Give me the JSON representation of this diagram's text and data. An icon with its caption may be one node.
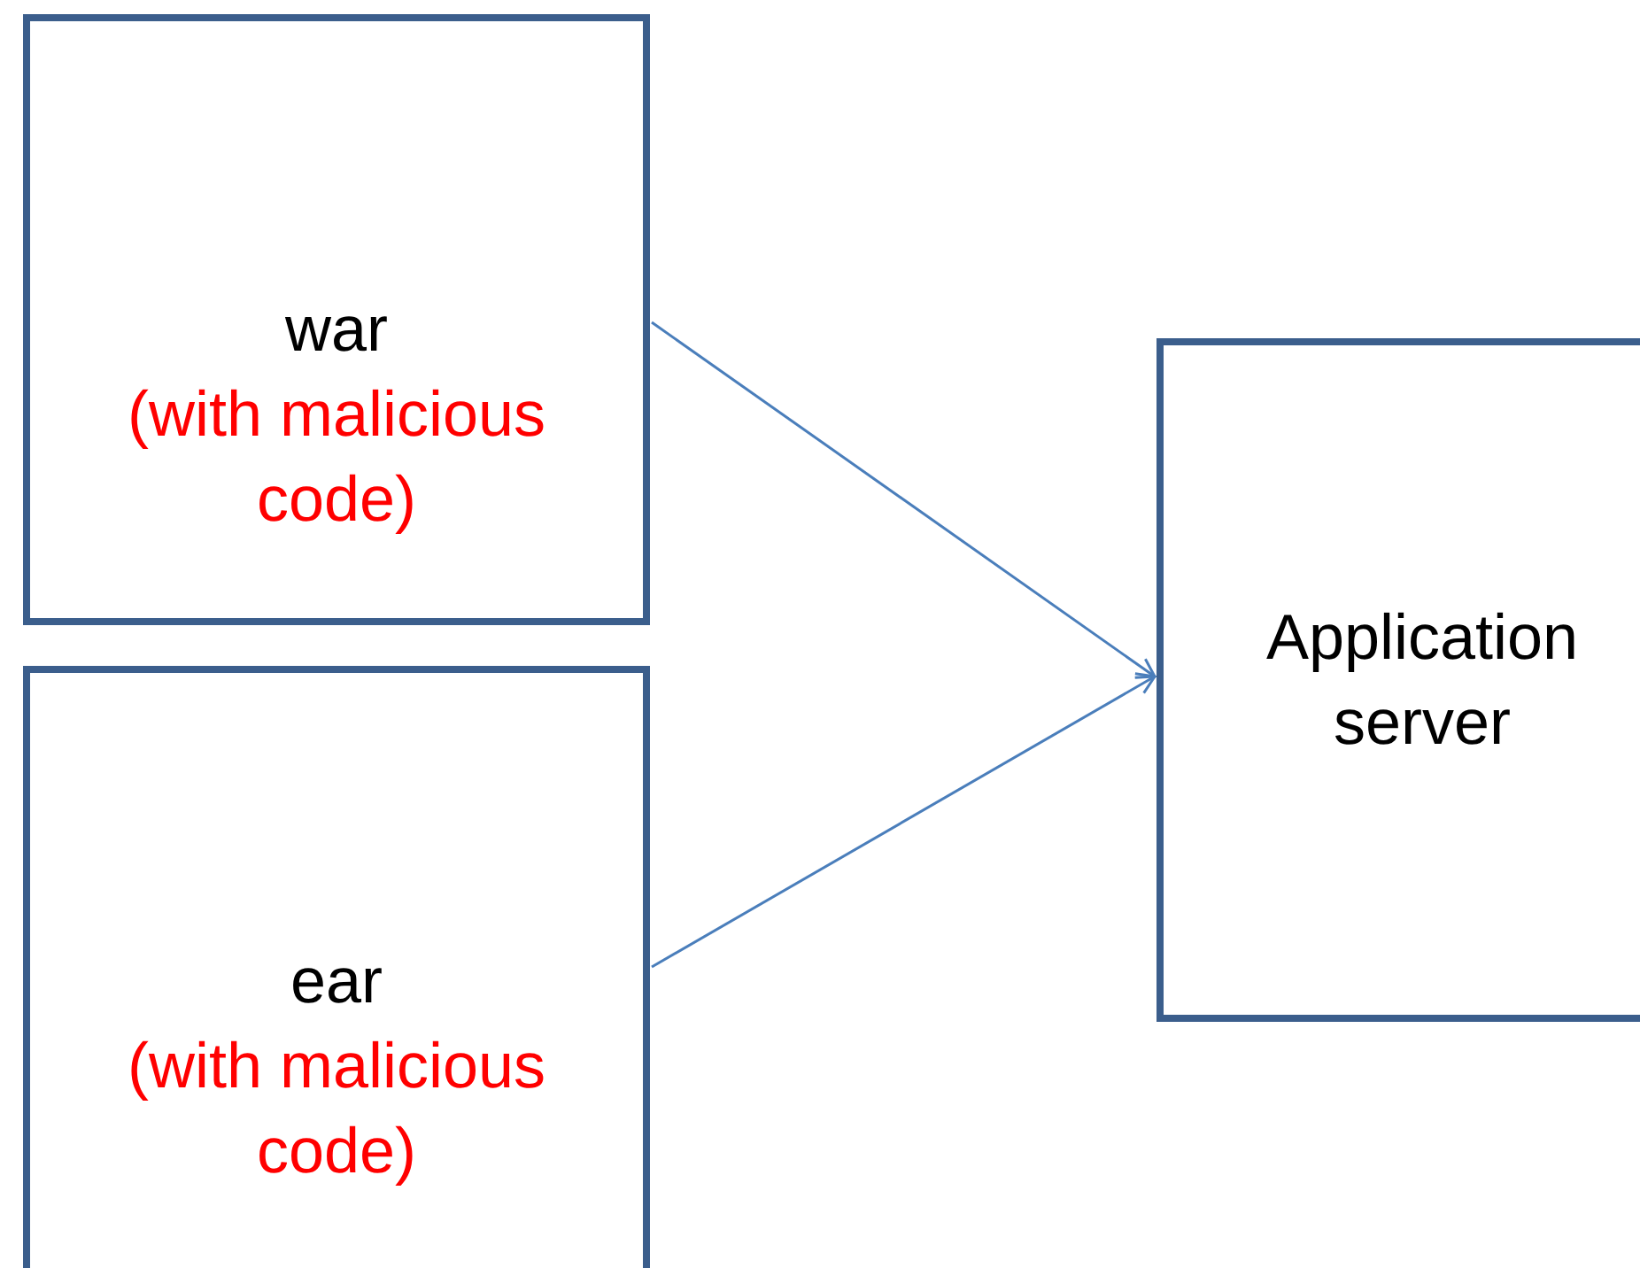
{
  "diagram": {
    "nodes": [
      {
        "text": [
          "war",
          "(with malicious code)"
        ]
      },
      {
        "text": [
          "ear",
          "(with malicious code)"
        ]
      },
      {
        "text": [
          "Application server"
        ]
      }
    ],
    "edges": [
      {
        "from": 0,
        "to": 2,
        "arrow": "to"
      },
      {
        "from": 1,
        "to": 2,
        "arrow": "to"
      }
    ]
  }
}
